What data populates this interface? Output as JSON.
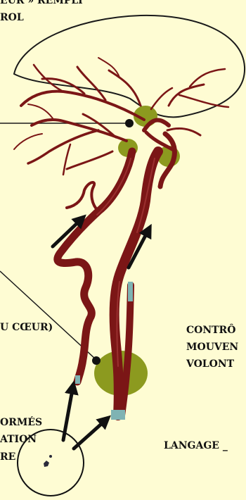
{
  "labels": {
    "top_left_1": "EUR » REMPLI",
    "top_left_2": "ROL",
    "heart_partial": "U CŒUR)",
    "control_1": "CONTRÔ",
    "control_2": "MOUVEN",
    "control_3": "VOLONT",
    "formed_1": "ORMÉS",
    "formed_2": "ATION",
    "formed_3": "RE",
    "language": "LANGAGE _"
  },
  "colors": {
    "background": "#fefcd3",
    "vessel": "#7b1616",
    "vessel_highlight": "#a83a3a",
    "ganglion": "#8c9a1f",
    "stem_tip": "#7fb3b3",
    "arrow": "#111111"
  },
  "icons": [
    "arrow-icon"
  ]
}
